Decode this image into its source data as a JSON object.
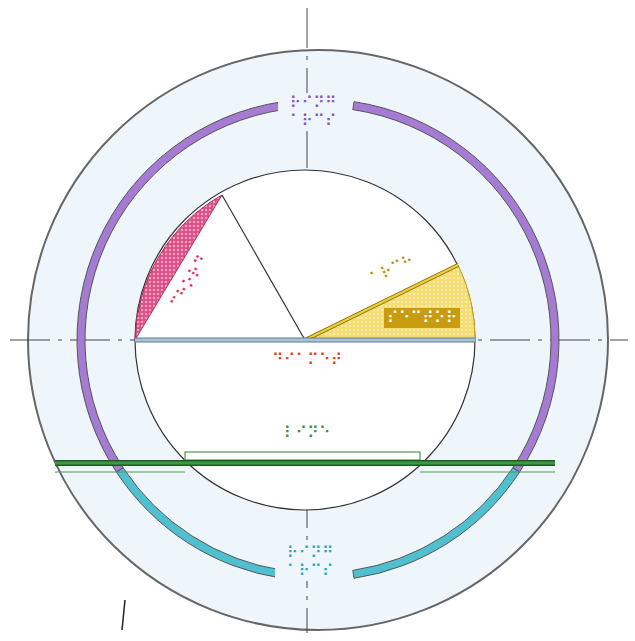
{
  "diagram": {
    "labels": [
      "⠗⠊⠝⠛ ⠁⠗⠉⠎",
      "⠉⠓⠕⠗⠙",
      "⠁⠗⠉⠓",
      "⠎⠑⠉⠞⠕⠗",
      "⠙⠊⠁⠍⠑⠞",
      "⠇⠊⠝⠑",
      "⠗⠊⠝⠛ ⠁⠗⠉⠎"
    ]
  }
}
